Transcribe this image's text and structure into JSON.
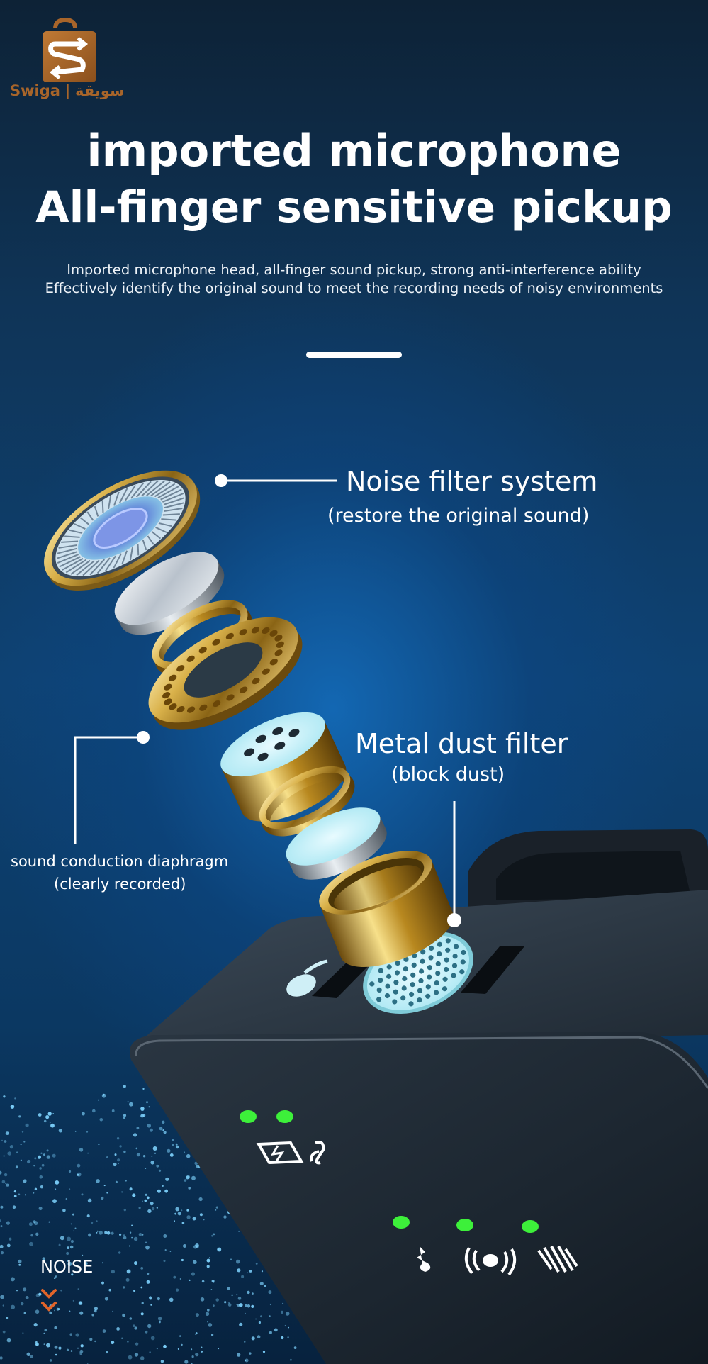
{
  "brand": {
    "latin_name": "Swiga",
    "arabic_name": "سويقة",
    "color": "#a8652a"
  },
  "header": {
    "headline_line1": "imported microphone",
    "headline_line2": "All-finger sensitive pickup",
    "subtitle_line1": "Imported microphone head, all-finger sound pickup, strong anti-interference ability",
    "subtitle_line2": "Effectively identify the original sound to meet the recording needs of noisy environments"
  },
  "callouts": {
    "noise_filter": {
      "title": "Noise filter system",
      "subtitle": "(restore the original sound)"
    },
    "metal_dust_filter": {
      "title": "Metal dust filter",
      "subtitle": "(block dust)"
    },
    "sound_conduction": {
      "title": "sound conduction diaphragm",
      "subtitle": "(clearly recorded)"
    }
  },
  "device": {
    "indicator_color": "#3df03a",
    "top_icons": [
      "battery-icon",
      "pairing-link-icon"
    ],
    "bottom_icons": [
      "mute-icon",
      "broadcast-icon",
      "noise-wave-icon"
    ]
  },
  "noise_badge": {
    "label": "NOISE",
    "chevron_color": "#e0642a"
  },
  "colors": {
    "gold": "#d9b14a",
    "background_dark": "#0d2236",
    "background_mid": "#0e4273",
    "device_body": "#1e2a36",
    "filter_mesh": "#a8e6f2"
  }
}
